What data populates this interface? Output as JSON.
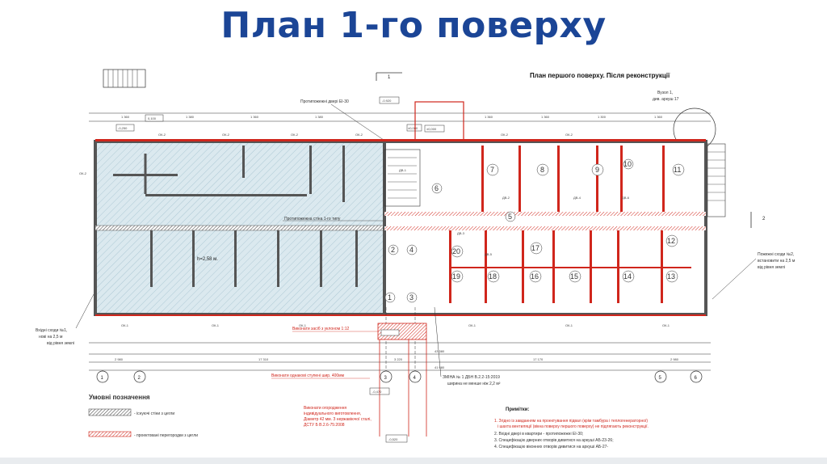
{
  "slide_title": "План 1-го поверху",
  "plan": {
    "title": "План першого поверху. Після реконструкції",
    "node_label": "Вузол 1,",
    "node_ref": "див. аркуш 17",
    "section_mark": "1",
    "section_mark_right": "2",
    "axes": [
      "1",
      "2",
      "3",
      "4",
      "5",
      "6"
    ],
    "levels": [
      "-0.920",
      "0,100",
      "-0,250",
      "±0,000",
      "±0,000",
      "-0,470",
      "-0,520"
    ],
    "fire_door_note": "Протипожежні двері ЕІ-30",
    "fire_partition_note": "Протипожежна стіна 1-го типу",
    "height_note": "h=2,58 м.",
    "window_labels": [
      "ОК-2",
      "ОК-1"
    ],
    "door_labels": [
      "ДВ-1",
      "ДВ-2",
      "ДВ-3",
      "ДВ-4",
      "ДВ-5",
      "ДВ-6"
    ],
    "rooms": [
      "1",
      "2",
      "3",
      "4",
      "5",
      "6",
      "7",
      "8",
      "9",
      "10",
      "11",
      "12",
      "13",
      "14",
      "15",
      "16",
      "17",
      "18",
      "19",
      "20"
    ],
    "dims_bottom": [
      "2 980",
      "17 310",
      "3 220",
      "17 170",
      "2 980",
      "43 380",
      "41 680"
    ],
    "dims_top": [
      "1 360",
      "1 380",
      "1 360",
      "1 380",
      "1 360",
      "1 360",
      "1 300",
      "1 360"
    ],
    "left_note": "Вхідні сходи №1, нові на 2,5 м від рівня землі",
    "right_note": "Пожежні сходи №2, встановити на 2,5 м від рівня землі",
    "ramp_note": "Виконати засіб з уклоном 1:12",
    "steps_note": "Виконати однакові ступені шир. 400мм",
    "dbn_note_1": "ЗМІНА № 1 ДБН В.2.2-15:2019",
    "dbn_note_2": "ширина не менше ніж 2,2 м²",
    "handrail_note": "Виконати огородження індивідуального виготовлення, Діаметр 42 мм. З нержавіючої сталі, ДСТУ Б В.2.6-75:2008",
    "legend_title": "Умовні позначення",
    "legend": [
      {
        "label": "- існуючі стіни з цегли"
      },
      {
        "label": "- проектовані перегородки з цегли"
      }
    ],
    "notes_title": "Примітки:",
    "notes": [
      "1. Згідно із завданням на проектування підвал (крім тамбура і теплогенераторної)",
      "і шахта вентиляції (вікна поверху першого поверху) не підлягають реконструкції.",
      "2. Вхідні двері в квартири - протипожежні ЕІ-30;",
      "3. Специфікацію дверних отворів дивитися на аркуші АБ-23-26;",
      "4. Специфікацію віконних отворів дивитися на аркуші АБ-27-"
    ]
  },
  "colors": {
    "title": "#1b4596",
    "wall": "#555555",
    "wall_red": "#d0261c",
    "hatch_fill": "#dbe9ef",
    "line": "#333333"
  }
}
